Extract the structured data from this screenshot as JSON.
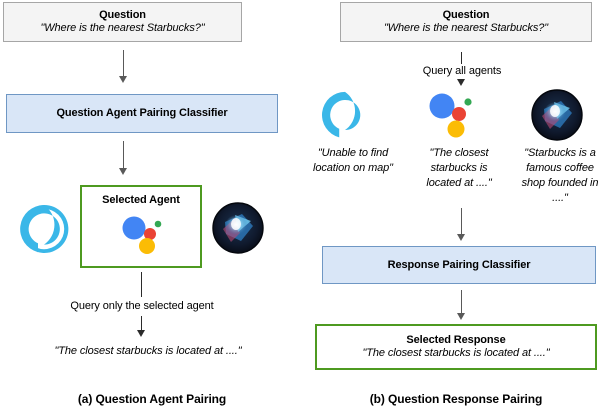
{
  "panels": [
    {
      "id": "question-agent-pairing",
      "caption": "(a) Question Agent Pairing",
      "question": {
        "title": "Question",
        "text": "\"Where is the nearest Starbucks?\""
      },
      "classifier": {
        "label": "Question Agent Pairing Classifier"
      },
      "selected_agent": {
        "title": "Selected Agent",
        "icon": "google-assistant-icon"
      },
      "agents": [
        {
          "name": "alexa-icon"
        },
        {
          "name": "google-assistant-icon"
        },
        {
          "name": "siri-icon"
        }
      ],
      "query_label": "Query only the selected agent",
      "response": "\"The closest starbucks is located at ....\""
    },
    {
      "id": "question-response-pairing",
      "caption": "(b) Question Response Pairing",
      "question": {
        "title": "Question",
        "text": "\"Where is the nearest Starbucks?\""
      },
      "query_label": "Query all agents",
      "agents": [
        {
          "name": "alexa-icon",
          "response": "\"Unable to find location on map\""
        },
        {
          "name": "google-assistant-icon",
          "response": "\"The closest starbucks is located at ....\""
        },
        {
          "name": "siri-icon",
          "response": "\"Starbucks is a famous coffee shop founded in ....\""
        }
      ],
      "classifier": {
        "label": "Response Pairing Classifier"
      },
      "selected_response": {
        "title": "Selected Response",
        "text": "\"The closest starbucks is located at ....\""
      }
    }
  ],
  "colors": {
    "question_fill": "#f4f4f4",
    "question_border": "#a6a6a6",
    "classifier_fill": "#d9e6f7",
    "classifier_border": "#6f97c4",
    "selected_border": "#4e9a20",
    "arrow": "#595959",
    "alexa_blue": "#3ab7e8",
    "google_blue": "#4285f4",
    "google_red": "#ea4335",
    "google_yellow": "#fbbc05",
    "google_green": "#34a853",
    "siri_dark": "#0d1220"
  }
}
